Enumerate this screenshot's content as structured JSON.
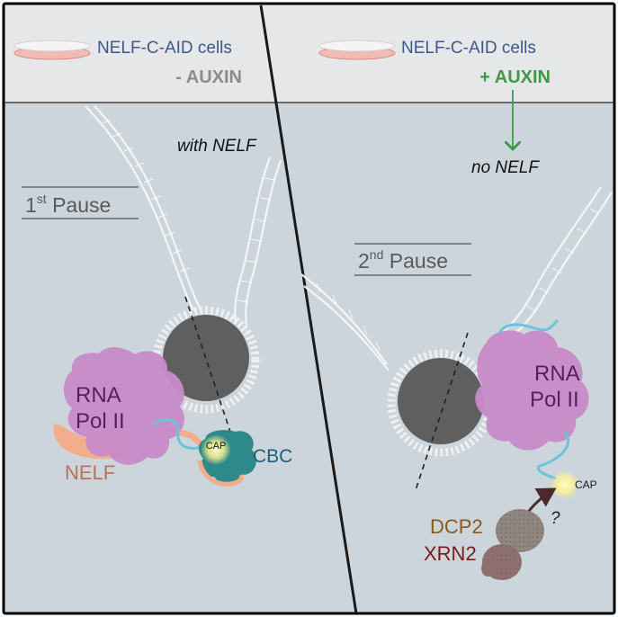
{
  "left_panel": {
    "cell_label": "NELF-C-AID cells",
    "treatment": "- AUXIN",
    "nelf_status": "with NELF",
    "pause_label": {
      "ordinal": "1",
      "suffix": "st",
      "word": " Pause"
    },
    "polymerase_line1": "RNA",
    "polymerase_line2": "Pol II",
    "nelf_label": "NELF",
    "cap_label": "CAP",
    "cbc_label": "CBC"
  },
  "right_panel": {
    "cell_label": "NELF-C-AID cells",
    "treatment": "+ AUXIN",
    "nelf_status": "no NELF",
    "pause_label": {
      "ordinal": "2",
      "suffix": "nd",
      "word": " Pause"
    },
    "polymerase_line1": "RNA",
    "polymerase_line2": "Pol II",
    "cap_label": "CAP",
    "dcp2_label": "DCP2",
    "xrn2_label": "XRN2",
    "question_mark": "?"
  },
  "colors": {
    "header_bg": "#e6e7e9",
    "body_bg": "#ccd5dc",
    "cell_label": "#3a5a8c",
    "auxin_minus": "#8c8c8c",
    "auxin_plus": "#3f9a45",
    "pol_ii": "#c78ac9",
    "pol_ii_text": "#5a1f5a",
    "nelf": "#f2ad8d",
    "nelf_text": "#b87357",
    "cbc": "#2e8a8a",
    "cbc_text": "#1f5f7a",
    "rna": "#6ec3da",
    "nucleosome": "#5f5f5f",
    "dcp2_text": "#8a5a16",
    "xrn2_text": "#7a1a1a",
    "cap_glow": "#fff48a"
  }
}
